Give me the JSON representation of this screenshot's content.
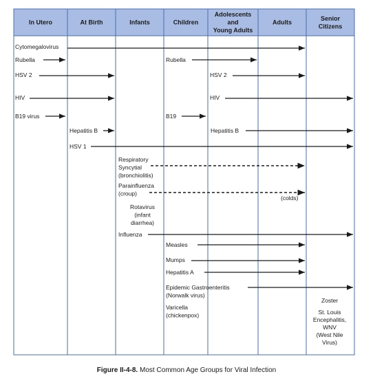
{
  "columns": [
    "In Utero",
    "At Birth",
    "Infants",
    "Children",
    [
      "Adolescents",
      "and",
      "Young Adults"
    ],
    "Adults",
    [
      "Senior",
      "Citizens"
    ]
  ],
  "rows": [
    {
      "label": "Cytomegalovirus",
      "from": 0,
      "to": 6,
      "style": "solid"
    },
    {
      "label": "Rubella",
      "from": 0,
      "to": 1,
      "style": "solid"
    },
    {
      "label": "Rubella",
      "from": 3,
      "to": 5,
      "style": "solid"
    },
    {
      "label": "HSV 2",
      "from": 0,
      "to": 2,
      "style": "solid"
    },
    {
      "label": "HSV 2",
      "from": 4,
      "to": 6,
      "style": "solid"
    },
    {
      "label": "HIV",
      "from": 0,
      "to": 2,
      "style": "solid"
    },
    {
      "label": "HIV",
      "from": 4,
      "to": 7,
      "style": "solid"
    },
    {
      "label": "B19 virus",
      "from": 0,
      "to": 1,
      "style": "solid"
    },
    {
      "label": "B19",
      "from": 3,
      "to": 4,
      "style": "solid"
    },
    {
      "label": "Hepatitis B",
      "from": 1,
      "to": 2,
      "style": "solid"
    },
    {
      "label": "Hepatitis B",
      "from": 4,
      "to": 7,
      "style": "solid"
    },
    {
      "label": "HSV 1",
      "from": 1,
      "to": 7,
      "style": "solid"
    },
    {
      "label": [
        "Respiratory",
        "Syncytial",
        "(bronchiolitis)"
      ],
      "from": 2,
      "to": 6,
      "style": "dashed"
    },
    {
      "label": [
        "Parainfluenza",
        "(croup)"
      ],
      "from": 2,
      "to": 6,
      "style": "dashed",
      "note": "(colds)"
    },
    {
      "label": [
        "Rotavirus",
        "(infant",
        "diarrhea)"
      ],
      "from": 2,
      "to": 2,
      "style": "none"
    },
    {
      "label": "Influenza",
      "from": 2,
      "to": 7,
      "style": "solid"
    },
    {
      "label": "Measles",
      "from": 3,
      "to": 6,
      "style": "solid"
    },
    {
      "label": "Mumps",
      "from": 3,
      "to": 6,
      "style": "solid"
    },
    {
      "label": "Hepatitis A",
      "from": 3,
      "to": 6,
      "style": "solid"
    },
    {
      "label": [
        "Epidemic Gastroenteritis",
        "(Norwalk virus)"
      ],
      "from": 3,
      "to": 7,
      "style": "solid"
    },
    {
      "label": [
        "Varicella",
        "(chickenpox)"
      ],
      "from": 3,
      "to": 3,
      "style": "none"
    },
    {
      "label": "Zoster",
      "from": 6,
      "to": 6,
      "style": "none"
    },
    {
      "label": [
        "St. Louis",
        "Encephalitis,",
        "WNV",
        "(West Nile",
        "Virus)"
      ],
      "from": 6,
      "to": 6,
      "style": "none"
    }
  ],
  "caption": {
    "figure": "Figure II-4-8.",
    "title": "Most Common Age Groups for Viral Infection"
  },
  "colors": {
    "header_bg": "#a9bde4",
    "border": "#4a6db0",
    "line": "#1a1a1a"
  }
}
